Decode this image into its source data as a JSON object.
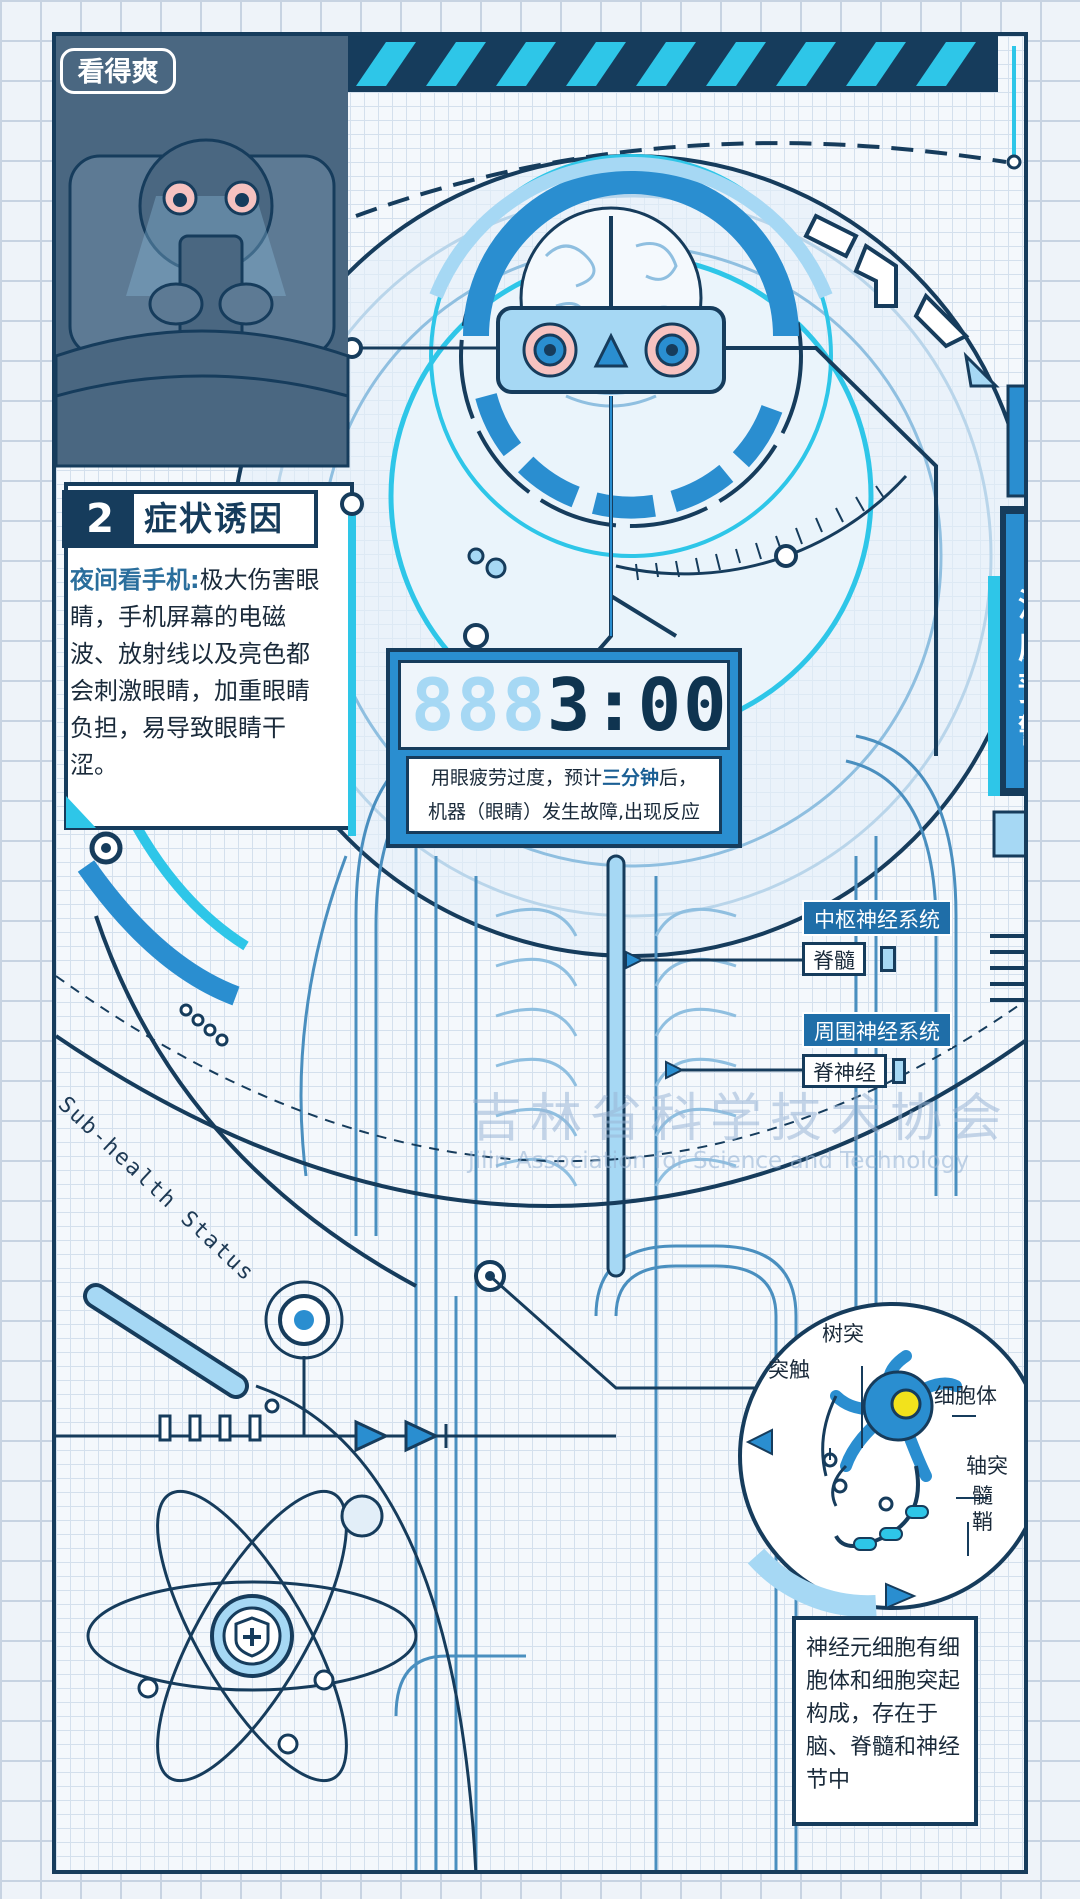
{
  "tag": "看得爽",
  "section": {
    "number": "2",
    "title": "症状诱因"
  },
  "description": {
    "lead": "夜间看手机:",
    "body": "极大伤害眼睛，手机屏幕的电磁波、放射线以及亮色都会刺激眼睛，加重眼睛负担，易导致眼睛干涩。"
  },
  "clock": {
    "ghost_digits": "888",
    "time": "3:00",
    "caption_line1_prefix": "用眼疲劳过度，预计",
    "caption_line1_highlight": "三分钟",
    "caption_line1_suffix": "后，",
    "caption_line2": "机器（眼睛）发生故障,出现反应"
  },
  "warning_label": "温度预警",
  "nervous_system": {
    "central_label": "中枢神经系统",
    "central_item": "脊髓",
    "peripheral_label": "周围神经系统",
    "peripheral_item": "脊神经"
  },
  "neuron": {
    "dendrite": "树突",
    "synapse": "突触",
    "cell_body": "细胞体",
    "axon": "轴突",
    "myelin_line1": "髓",
    "myelin_line2": "鞘"
  },
  "note": "神经元细胞有细胞体和细胞突起构成，存在于脑、脊髓和神经节中",
  "status_text": "Sub-health Status",
  "watermark": {
    "name_cn": "吉林省科学技术协会",
    "name_en": "Jilin Association for Science and Technology"
  },
  "colors": {
    "navy": "#163c5c",
    "blue": "#2a8ed0",
    "cyan": "#2ec6e8",
    "light_blue": "#a6d8f4",
    "slate": "#4a6781"
  },
  "icons": [
    "shield-plus-icon",
    "atom-icon",
    "neuron-icon",
    "brain-icon",
    "eye-icon"
  ]
}
